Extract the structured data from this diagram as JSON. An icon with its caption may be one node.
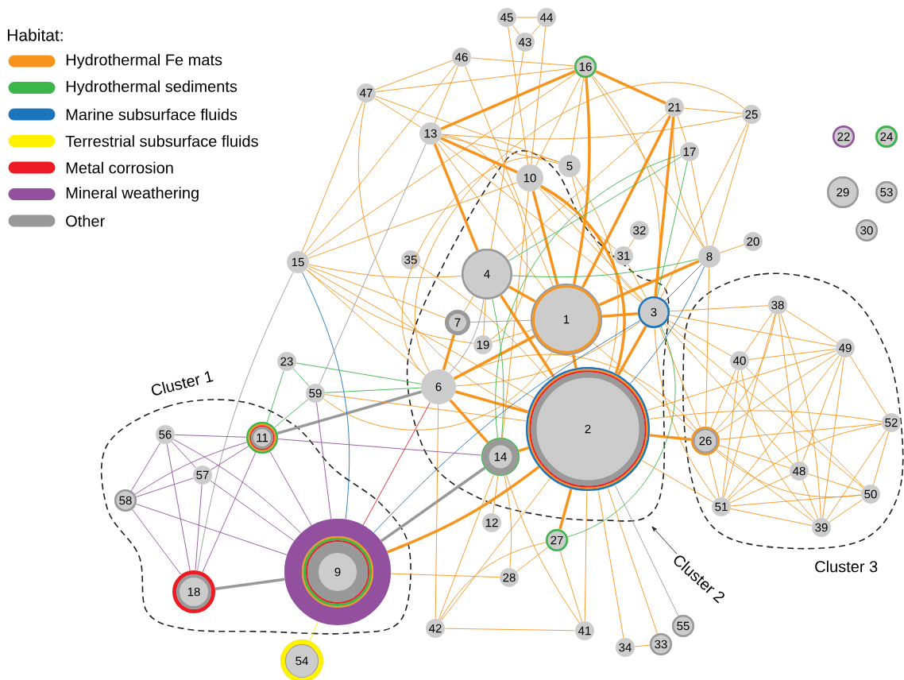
{
  "diagram": {
    "nodes": [
      {
        "text": [
          "1"
        ]
      },
      {
        "text": [
          "2"
        ]
      },
      {
        "text": [
          "3"
        ]
      },
      {
        "text": [
          "4"
        ]
      },
      {
        "text": [
          "5"
        ]
      },
      {
        "text": [
          "6"
        ]
      },
      {
        "text": [
          "7"
        ]
      },
      {
        "text": [
          "8"
        ]
      },
      {
        "text": [
          "9"
        ]
      },
      {
        "text": [
          "10"
        ]
      },
      {
        "text": [
          "11"
        ]
      },
      {
        "text": [
          "12"
        ]
      },
      {
        "text": [
          "13"
        ]
      },
      {
        "text": [
          "14"
        ]
      },
      {
        "text": [
          "15"
        ]
      },
      {
        "text": [
          "16"
        ]
      },
      {
        "text": [
          "17"
        ]
      },
      {
        "text": [
          "18"
        ]
      },
      {
        "text": [
          "19"
        ]
      },
      {
        "text": [
          "20"
        ]
      },
      {
        "text": [
          "21"
        ]
      },
      {
        "text": [
          "22"
        ]
      },
      {
        "text": [
          "23"
        ]
      },
      {
        "text": [
          "24"
        ]
      },
      {
        "text": [
          "25"
        ]
      },
      {
        "text": [
          "26"
        ]
      },
      {
        "text": [
          "27"
        ]
      },
      {
        "text": [
          "28"
        ]
      },
      {
        "text": [
          "29"
        ]
      },
      {
        "text": [
          "30"
        ]
      },
      {
        "text": [
          "31"
        ]
      },
      {
        "text": [
          "32"
        ]
      },
      {
        "text": [
          "33"
        ]
      },
      {
        "text": [
          "34"
        ]
      },
      {
        "text": [
          "35"
        ]
      },
      {
        "text": [
          "38"
        ]
      },
      {
        "text": [
          "39"
        ]
      },
      {
        "text": [
          "40"
        ]
      },
      {
        "text": [
          "41"
        ]
      },
      {
        "text": [
          "42"
        ]
      },
      {
        "text": [
          "43"
        ]
      },
      {
        "text": [
          "44"
        ]
      },
      {
        "text": [
          "45"
        ]
      },
      {
        "text": [
          "46"
        ]
      },
      {
        "text": [
          "47"
        ]
      },
      {
        "text": [
          "48"
        ]
      },
      {
        "text": [
          "49"
        ]
      },
      {
        "text": [
          "50"
        ]
      },
      {
        "text": [
          "51"
        ]
      },
      {
        "text": [
          "52"
        ]
      },
      {
        "text": [
          "53"
        ]
      },
      {
        "text": [
          "54"
        ]
      },
      {
        "text": [
          "55"
        ]
      },
      {
        "text": [
          "56"
        ]
      },
      {
        "text": [
          "57"
        ]
      },
      {
        "text": [
          "58"
        ]
      },
      {
        "text": [
          "59"
        ]
      },
      {
        "text": [
          "Cluster 2"
        ]
      }
    ],
    "edges": [
      {
        "from": 9,
        "to": 0,
        "arrow": "none",
        "style": "thick"
      },
      {
        "from": 9,
        "to": 1,
        "arrow": "none",
        "style": "thick"
      },
      {
        "from": 3,
        "to": 0,
        "arrow": "none",
        "style": "thick"
      },
      {
        "from": 3,
        "to": 1,
        "arrow": "none",
        "style": "thick"
      },
      {
        "from": 0,
        "to": 1,
        "arrow": "none",
        "style": "thick"
      },
      {
        "from": 0,
        "to": 2,
        "arrow": "none",
        "style": "thick"
      },
      {
        "from": 5,
        "to": 0,
        "arrow": "none",
        "style": "thick"
      },
      {
        "from": 5,
        "to": 1,
        "arrow": "none",
        "style": "thick"
      },
      {
        "from": 12,
        "to": 3,
        "arrow": "none",
        "style": "thick"
      },
      {
        "from": 12,
        "to": 9,
        "arrow": "none",
        "style": "thick"
      },
      {
        "from": 15,
        "to": 12,
        "arrow": "none",
        "style": "thick"
      },
      {
        "from": 15,
        "to": 0,
        "arrow": "none",
        "style": "thick"
      },
      {
        "from": 20,
        "to": 0,
        "arrow": "none",
        "style": "thick"
      },
      {
        "from": 20,
        "to": 2,
        "arrow": "none",
        "style": "thick"
      },
      {
        "from": 15,
        "to": 20,
        "arrow": "none",
        "style": "thick"
      },
      {
        "from": 2,
        "to": 1,
        "arrow": "none",
        "style": "thick"
      },
      {
        "from": 1,
        "to": 13,
        "arrow": "none",
        "style": "thick"
      },
      {
        "from": 8,
        "to": 1,
        "arrow": "none",
        "style": "thick"
      },
      {
        "from": 26,
        "to": 1,
        "arrow": "none",
        "style": "thick"
      },
      {
        "from": 7,
        "to": 0,
        "arrow": "none",
        "style": "thick"
      },
      {
        "from": 5,
        "to": 13,
        "arrow": "none",
        "style": "thick"
      },
      {
        "from": 6,
        "to": 5,
        "arrow": "none",
        "style": "thick"
      },
      {
        "from": 25,
        "to": 1,
        "arrow": "none",
        "style": "thick"
      },
      {
        "from": 8,
        "to": 13,
        "arrow": "none",
        "style": "thick",
        "color": "#999999"
      },
      {
        "from": 17,
        "to": 8,
        "arrow": "none",
        "style": "thick",
        "color": "#999999"
      },
      {
        "from": 10,
        "to": 5,
        "arrow": "none",
        "style": "thick",
        "color": "#999999"
      },
      {
        "from": 42,
        "to": 41,
        "arrow": "none"
      },
      {
        "from": 42,
        "to": 40,
        "arrow": "none"
      },
      {
        "from": 41,
        "to": 40,
        "arrow": "none"
      },
      {
        "from": 42,
        "to": 9,
        "arrow": "none"
      },
      {
        "from": 41,
        "to": 9,
        "arrow": "none"
      },
      {
        "from": 40,
        "to": 3,
        "arrow": "none"
      },
      {
        "from": 43,
        "to": 44,
        "arrow": "none"
      },
      {
        "from": 43,
        "to": 15,
        "arrow": "none"
      },
      {
        "from": 43,
        "to": 12,
        "arrow": "none"
      },
      {
        "from": 43,
        "to": 14,
        "arrow": "none"
      },
      {
        "from": 43,
        "to": 0,
        "arrow": "none"
      },
      {
        "from": 44,
        "to": 15,
        "arrow": "none"
      },
      {
        "from": 44,
        "to": 12,
        "arrow": "none"
      },
      {
        "from": 44,
        "to": 14,
        "arrow": "none"
      },
      {
        "from": 44,
        "to": 1,
        "arrow": "none"
      },
      {
        "from": 44,
        "to": 4,
        "arrow": "none"
      },
      {
        "from": 12,
        "to": 4,
        "arrow": "none"
      },
      {
        "from": 12,
        "to": 0,
        "arrow": "none"
      },
      {
        "from": 12,
        "to": 2,
        "arrow": "none"
      },
      {
        "from": 12,
        "to": 18,
        "arrow": "none"
      },
      {
        "from": 12,
        "to": 24,
        "arrow": "none"
      },
      {
        "from": 14,
        "to": 9,
        "arrow": "none"
      },
      {
        "from": 14,
        "to": 15,
        "arrow": "none"
      },
      {
        "from": 14,
        "to": 5,
        "arrow": "none"
      },
      {
        "from": 14,
        "to": 3,
        "arrow": "none"
      },
      {
        "from": 14,
        "to": 18,
        "arrow": "none"
      },
      {
        "from": 14,
        "to": 1,
        "arrow": "none"
      },
      {
        "from": 14,
        "to": 6,
        "arrow": "none"
      },
      {
        "from": 15,
        "to": 4,
        "arrow": "none"
      },
      {
        "from": 15,
        "to": 9,
        "arrow": "none"
      },
      {
        "from": 15,
        "to": 2,
        "arrow": "none"
      },
      {
        "from": 15,
        "to": 7,
        "arrow": "none"
      },
      {
        "from": 20,
        "to": 24,
        "arrow": "none"
      },
      {
        "from": 20,
        "to": 16,
        "arrow": "none"
      },
      {
        "from": 20,
        "to": 7,
        "arrow": "none"
      },
      {
        "from": 20,
        "to": 3,
        "arrow": "none"
      },
      {
        "from": 24,
        "to": 7,
        "arrow": "none"
      },
      {
        "from": 24,
        "to": 2,
        "arrow": "none"
      },
      {
        "from": 24,
        "to": 5,
        "arrow": "none"
      },
      {
        "from": 16,
        "to": 7,
        "arrow": "none"
      },
      {
        "from": 7,
        "to": 19,
        "arrow": "none"
      },
      {
        "from": 7,
        "to": 25,
        "arrow": "none"
      },
      {
        "from": 30,
        "to": 31,
        "arrow": "none"
      },
      {
        "from": 30,
        "to": 2,
        "arrow": "none"
      },
      {
        "from": 9,
        "to": 30,
        "arrow": "none"
      },
      {
        "from": 9,
        "to": 2,
        "arrow": "none"
      },
      {
        "from": 9,
        "to": 13,
        "arrow": "none"
      },
      {
        "from": 4,
        "to": 1,
        "arrow": "none"
      },
      {
        "from": 4,
        "to": 5,
        "arrow": "none"
      },
      {
        "from": 34,
        "to": 1,
        "arrow": "none"
      },
      {
        "from": 56,
        "to": 1,
        "arrow": "none"
      },
      {
        "from": 56,
        "to": 0,
        "arrow": "none"
      },
      {
        "from": 18,
        "to": 0,
        "arrow": "none"
      },
      {
        "from": 18,
        "to": 3,
        "arrow": "none"
      },
      {
        "from": 6,
        "to": 3,
        "arrow": "none"
      },
      {
        "from": 11,
        "to": 13,
        "arrow": "none"
      },
      {
        "from": 8,
        "to": 27,
        "arrow": "none"
      },
      {
        "from": 39,
        "to": 5,
        "arrow": "none"
      },
      {
        "from": 39,
        "to": 13,
        "arrow": "none"
      },
      {
        "from": 39,
        "to": 38,
        "arrow": "none"
      },
      {
        "from": 39,
        "to": 1,
        "arrow": "none"
      },
      {
        "from": 39,
        "to": 26,
        "arrow": "none"
      },
      {
        "from": 38,
        "to": 26,
        "arrow": "none"
      },
      {
        "from": 38,
        "to": 1,
        "arrow": "none"
      },
      {
        "from": 38,
        "to": 13,
        "arrow": "none"
      },
      {
        "from": 27,
        "to": 26,
        "arrow": "none"
      },
      {
        "from": 27,
        "to": 13,
        "arrow": "none"
      },
      {
        "from": 33,
        "to": 32,
        "arrow": "none"
      },
      {
        "from": 33,
        "to": 1,
        "arrow": "none"
      },
      {
        "from": 32,
        "to": 1,
        "arrow": "none"
      },
      {
        "from": 25,
        "to": 0,
        "arrow": "none"
      },
      {
        "from": 25,
        "to": 2,
        "arrow": "none"
      },
      {
        "from": 25,
        "to": 5,
        "arrow": "none"
      },
      {
        "from": 2,
        "to": 4,
        "arrow": "none"
      },
      {
        "from": 2,
        "to": 5,
        "arrow": "none"
      },
      {
        "from": 35,
        "to": 2,
        "arrow": "none"
      },
      {
        "from": 35,
        "to": 46,
        "arrow": "none"
      },
      {
        "from": 35,
        "to": 37,
        "arrow": "none"
      },
      {
        "from": 35,
        "to": 48,
        "arrow": "none"
      },
      {
        "from": 35,
        "to": 45,
        "arrow": "none"
      },
      {
        "from": 35,
        "to": 36,
        "arrow": "none"
      },
      {
        "from": 35,
        "to": 25,
        "arrow": "none"
      },
      {
        "from": 37,
        "to": 46,
        "arrow": "none"
      },
      {
        "from": 37,
        "to": 25,
        "arrow": "none"
      },
      {
        "from": 37,
        "to": 48,
        "arrow": "none"
      },
      {
        "from": 37,
        "to": 36,
        "arrow": "none"
      },
      {
        "from": 37,
        "to": 47,
        "arrow": "none"
      },
      {
        "from": 37,
        "to": 2,
        "arrow": "none"
      },
      {
        "from": 46,
        "to": 25,
        "arrow": "none"
      },
      {
        "from": 46,
        "to": 48,
        "arrow": "none"
      },
      {
        "from": 46,
        "to": 45,
        "arrow": "none"
      },
      {
        "from": 46,
        "to": 36,
        "arrow": "none"
      },
      {
        "from": 46,
        "to": 49,
        "arrow": "none"
      },
      {
        "from": 46,
        "to": 1,
        "arrow": "none"
      },
      {
        "from": 46,
        "to": 2,
        "arrow": "none"
      },
      {
        "from": 49,
        "to": 1,
        "arrow": "none"
      },
      {
        "from": 49,
        "to": 25,
        "arrow": "none"
      },
      {
        "from": 49,
        "to": 48,
        "arrow": "none"
      },
      {
        "from": 49,
        "to": 36,
        "arrow": "none"
      },
      {
        "from": 49,
        "to": 47,
        "arrow": "none"
      },
      {
        "from": 45,
        "to": 25,
        "arrow": "none"
      },
      {
        "from": 45,
        "to": 48,
        "arrow": "none"
      },
      {
        "from": 45,
        "to": 36,
        "arrow": "none"
      },
      {
        "from": 45,
        "to": 47,
        "arrow": "none"
      },
      {
        "from": 45,
        "to": 2,
        "arrow": "none"
      },
      {
        "from": 47,
        "to": 25,
        "arrow": "none"
      },
      {
        "from": 47,
        "to": 48,
        "arrow": "none"
      },
      {
        "from": 47,
        "to": 36,
        "arrow": "none"
      },
      {
        "from": 47,
        "to": 2,
        "arrow": "none"
      },
      {
        "from": 36,
        "to": 25,
        "arrow": "none"
      },
      {
        "from": 36,
        "to": 48,
        "arrow": "none"
      },
      {
        "from": 48,
        "to": 25,
        "arrow": "none"
      },
      {
        "from": 48,
        "to": 1,
        "arrow": "none"
      },
      {
        "from": 48,
        "to": 2,
        "arrow": "none"
      },
      {
        "from": 16,
        "to": 2,
        "arrow": "none",
        "color": "#3cb54a"
      },
      {
        "from": 16,
        "to": 3,
        "arrow": "none",
        "color": "#3cb54a"
      },
      {
        "from": 16,
        "to": 13,
        "arrow": "none",
        "color": "#3cb54a"
      },
      {
        "from": 7,
        "to": 3,
        "arrow": "none",
        "color": "#3cb54a"
      },
      {
        "from": 22,
        "to": 56,
        "arrow": "none",
        "color": "#3cb54a"
      },
      {
        "from": 22,
        "to": 10,
        "arrow": "none",
        "color": "#3cb54a"
      },
      {
        "from": 56,
        "to": 10,
        "arrow": "none",
        "color": "#3cb54a"
      },
      {
        "from": 22,
        "to": 5,
        "arrow": "none",
        "color": "#3cb54a"
      },
      {
        "from": 56,
        "to": 5,
        "arrow": "none",
        "color": "#3cb54a"
      },
      {
        "from": 2,
        "to": 26,
        "arrow": "none",
        "color": "#3cb54a"
      },
      {
        "from": 3,
        "to": 13,
        "arrow": "none",
        "color": "#3cb54a"
      },
      {
        "from": 7,
        "to": 2,
        "arrow": "none",
        "color": "#1b75bc"
      },
      {
        "from": 14,
        "to": 8,
        "arrow": "none",
        "color": "#1b75bc"
      },
      {
        "from": 2,
        "to": 8,
        "arrow": "none",
        "color": "#1b75bc"
      },
      {
        "from": 7,
        "to": 1,
        "arrow": "none",
        "color": "#1b75bc"
      },
      {
        "from": 12,
        "to": 56,
        "arrow": "none",
        "color": "#999999"
      },
      {
        "from": 14,
        "to": 17,
        "arrow": "none",
        "color": "#999999"
      },
      {
        "from": 52,
        "to": 1,
        "arrow": "none",
        "color": "#999999"
      },
      {
        "from": 6,
        "to": 0,
        "arrow": "none",
        "color": "#999999"
      },
      {
        "from": 5,
        "to": 3,
        "arrow": "none",
        "color": "#999999"
      },
      {
        "from": 53,
        "to": 10,
        "arrow": "none",
        "color": "#92509e"
      },
      {
        "from": 53,
        "to": 54,
        "arrow": "none",
        "color": "#92509e"
      },
      {
        "from": 53,
        "to": 55,
        "arrow": "none",
        "color": "#92509e"
      },
      {
        "from": 53,
        "to": 17,
        "arrow": "none",
        "color": "#92509e"
      },
      {
        "from": 53,
        "to": 8,
        "arrow": "none",
        "color": "#92509e"
      },
      {
        "from": 54,
        "to": 10,
        "arrow": "none",
        "color": "#92509e"
      },
      {
        "from": 54,
        "to": 55,
        "arrow": "none",
        "color": "#92509e"
      },
      {
        "from": 54,
        "to": 17,
        "arrow": "none",
        "color": "#92509e"
      },
      {
        "from": 54,
        "to": 8,
        "arrow": "none",
        "color": "#92509e"
      },
      {
        "from": 55,
        "to": 10,
        "arrow": "none",
        "color": "#92509e"
      },
      {
        "from": 55,
        "to": 17,
        "arrow": "none",
        "color": "#92509e"
      },
      {
        "from": 55,
        "to": 8,
        "arrow": "none",
        "color": "#92509e"
      },
      {
        "from": 10,
        "to": 17,
        "arrow": "none",
        "color": "#92509e"
      },
      {
        "from": 10,
        "to": 8,
        "arrow": "none",
        "color": "#92509e"
      },
      {
        "from": 10,
        "to": 13,
        "arrow": "none",
        "color": "#92509e"
      },
      {
        "from": 56,
        "to": 8,
        "arrow": "none",
        "color": "#92509e"
      },
      {
        "from": 5,
        "to": 8,
        "arrow": "none",
        "color": "#ed1c24"
      },
      {
        "from": 51,
        "to": 8,
        "arrow": "none",
        "color": "#fff200"
      },
      {
        "from": 57,
        "to": null,
        "arrow": "to",
        "color": "#231f20"
      }
    ],
    "labels": [
      "Habitat:",
      "Cluster 1",
      "Cluster 3"
    ],
    "legend": [
      {
        "text": "Hydrothermal Fe mats",
        "color": "#f7941d"
      },
      {
        "text": "Hydrothermal sediments",
        "color": "#3cb54a"
      },
      {
        "text": "Marine subsurface fluids",
        "color": "#1b75bc"
      },
      {
        "text": "Terrestrial subsurface fluids",
        "color": "#fff200"
      },
      {
        "text": "Metal corrosion",
        "color": "#ed1c24"
      },
      {
        "text": "Mineral weathering",
        "color": "#92509e"
      },
      {
        "text": "Other",
        "color": "#999999"
      }
    ]
  }
}
